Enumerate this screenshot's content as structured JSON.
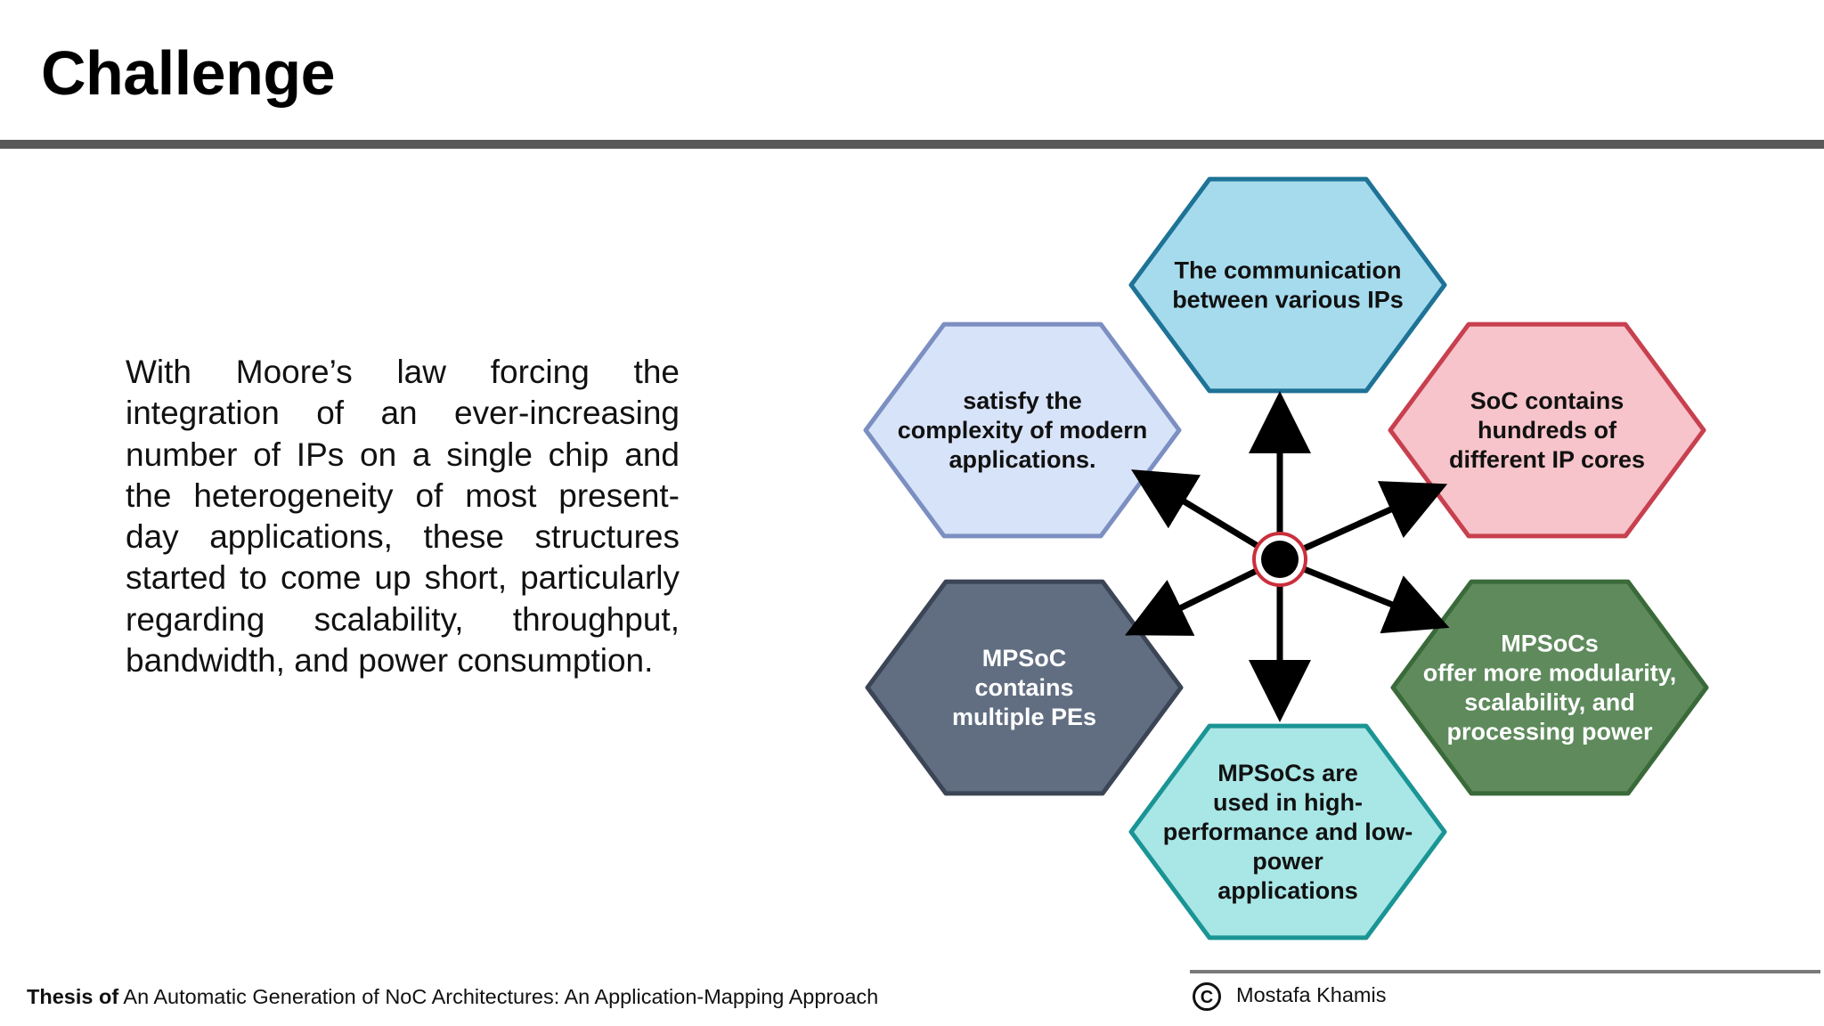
{
  "slide": {
    "title": "Challenge",
    "body": "With Moore’s law forcing the integration of an ever-increasing number of IPs on a single chip and the heterogeneity of most present-day applications, these structures started to come up short, particularly regarding scalability, throughput, bandwidth, and power consumption."
  },
  "diagram": {
    "hexagons": [
      {
        "id": "top",
        "fill": "#a6dbee",
        "stroke": "#1e7396",
        "text_color": "#111111",
        "lines": [
          "The communication",
          "between various IPs"
        ]
      },
      {
        "id": "upper-right",
        "fill": "#f6c4ca",
        "stroke": "#c8404f",
        "text_color": "#111111",
        "lines": [
          "SoC contains",
          "hundreds of",
          "different IP cores"
        ]
      },
      {
        "id": "lower-right",
        "fill": "#5e8a5c",
        "stroke": "#3a6a3a",
        "text_color": "#ffffff",
        "lines": [
          "MPSoCs",
          "offer more modularity,",
          "scalability, and",
          "processing power"
        ]
      },
      {
        "id": "bottom",
        "fill": "#a9e6e6",
        "stroke": "#1a9494",
        "text_color": "#111111",
        "lines": [
          "MPSoCs are",
          "used in high-",
          "performance and low-",
          "power",
          "applications"
        ]
      },
      {
        "id": "lower-left",
        "fill": "#616e82",
        "stroke": "#3b4556",
        "text_color": "#ffffff",
        "lines": [
          "MPSoC",
          "contains",
          "multiple PEs"
        ]
      },
      {
        "id": "upper-left",
        "fill": "#d7e3f8",
        "stroke": "#7c8fc2",
        "text_color": "#111111",
        "lines": [
          "satisfy the",
          "complexity of modern",
          "applications."
        ]
      }
    ],
    "hub_ring_color": "#c9303c",
    "arrow_color": "#000000"
  },
  "footer": {
    "thesis_prefix": "Thesis of",
    "thesis_title": "An Automatic Generation of NoC Architectures: An Application-Mapping Approach",
    "copyright_symbol": "C",
    "author": "Mostafa Khamis"
  }
}
